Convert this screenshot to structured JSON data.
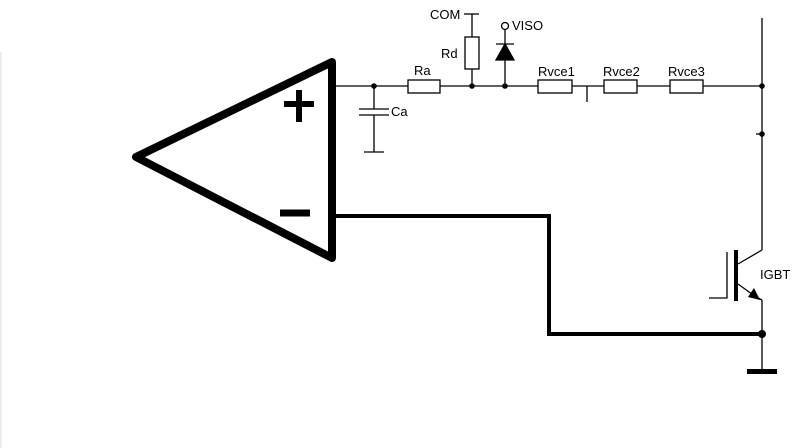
{
  "diagram": {
    "comparator": {
      "plus_sign": "+",
      "minus_sign": "−"
    },
    "labels": {
      "com": "COM",
      "viso": "VISO",
      "rd": "Rd",
      "ra": "Ra",
      "ca": "Ca",
      "rvce1": "Rvce1",
      "rvce2": "Rvce2",
      "rvce3": "Rvce3",
      "igbt": "IGBT"
    },
    "colors": {
      "stroke": "#000000",
      "background": "#ffffff"
    }
  }
}
